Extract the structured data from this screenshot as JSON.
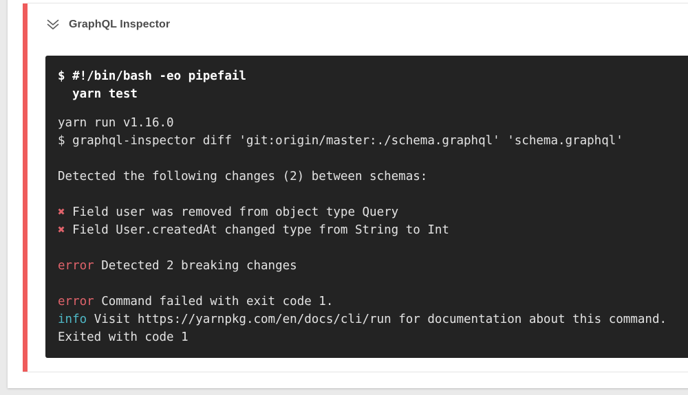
{
  "page": {
    "background_color": "#eaeaea",
    "card_color": "#ffffff",
    "divider_color": "#e4e4e4"
  },
  "step": {
    "title": "GraphQL Inspector",
    "status": "failed",
    "accent_stripe_color": "#ef5b5b",
    "collapse_icon": "chevron-double-down-icon",
    "icon_color": "#5f5f5f",
    "title_color": "#4b4b4b"
  },
  "terminal": {
    "background_color": "#232323",
    "text_color": "#e3e3e3",
    "bold_text_color": "#ffffff",
    "colors": {
      "red": "#e0636b",
      "cyan": "#4fb8c6"
    },
    "command_lines": [
      "$ #!/bin/bash -eo pipefail",
      "  yarn test"
    ],
    "output_lines": [
      [
        {
          "t": "yarn run v1.16.0"
        }
      ],
      [
        {
          "t": "$ graphql-inspector diff 'git:origin/master:./schema.graphql' 'schema.graphql'"
        }
      ],
      [],
      [
        {
          "t": "Detected the following changes (2) between schemas:"
        }
      ],
      [],
      [
        {
          "t": "✖",
          "c": "red"
        },
        {
          "t": " Field user was removed from object type Query"
        }
      ],
      [
        {
          "t": "✖",
          "c": "red"
        },
        {
          "t": " Field User.createdAt changed type from String to Int"
        }
      ],
      [],
      [
        {
          "t": "error",
          "c": "red"
        },
        {
          "t": " Detected 2 breaking changes"
        }
      ],
      [],
      [
        {
          "t": "error",
          "c": "red"
        },
        {
          "t": " Command failed with exit code 1."
        }
      ],
      [
        {
          "t": "info",
          "c": "cyan"
        },
        {
          "t": " Visit https://yarnpkg.com/en/docs/cli/run for documentation about this command."
        }
      ],
      [
        {
          "t": "Exited with code 1"
        }
      ]
    ]
  }
}
